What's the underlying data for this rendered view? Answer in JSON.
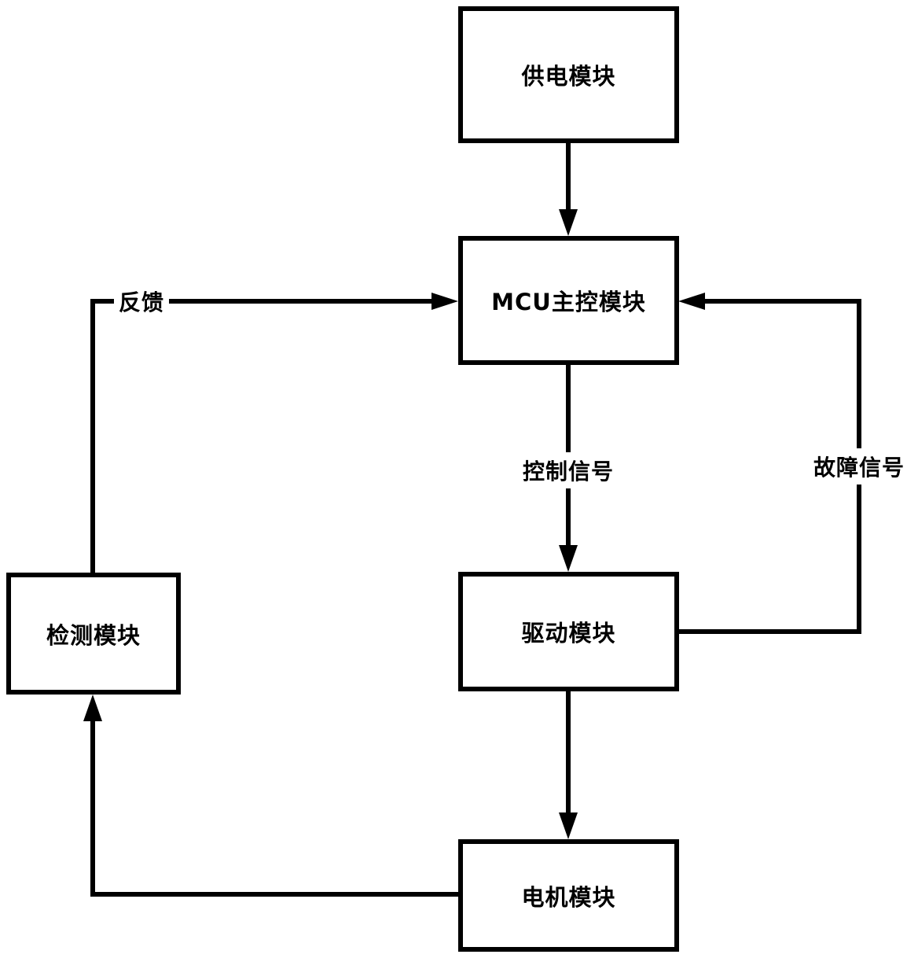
{
  "diagram": {
    "colors": {
      "background": "#ffffff",
      "line": "#000000",
      "text": "#000000"
    },
    "nodes": {
      "power": {
        "label": "供电模块"
      },
      "mcu": {
        "label": "MCU主控模块"
      },
      "drive": {
        "label": "驱动模块"
      },
      "detect": {
        "label": "检测模块"
      },
      "motor": {
        "label": "电机模块"
      }
    },
    "labels": {
      "feedback": "反馈",
      "control": "控制信号",
      "fault": "故障信号"
    },
    "edges": [
      {
        "from": "供电模块",
        "to": "MCU主控模块",
        "label": "",
        "direction": "down"
      },
      {
        "from": "MCU主控模块",
        "to": "驱动模块",
        "label": "控制信号",
        "direction": "down"
      },
      {
        "from": "驱动模块",
        "to": "电机模块",
        "label": "",
        "direction": "down"
      },
      {
        "from": "电机模块",
        "to": "检测模块",
        "label": "",
        "direction": "left-then-up"
      },
      {
        "from": "检测模块",
        "to": "MCU主控模块",
        "label": "反馈",
        "direction": "up-then-right"
      },
      {
        "from": "驱动模块",
        "to": "MCU主控模块",
        "label": "故障信号",
        "direction": "right-then-up"
      }
    ]
  }
}
